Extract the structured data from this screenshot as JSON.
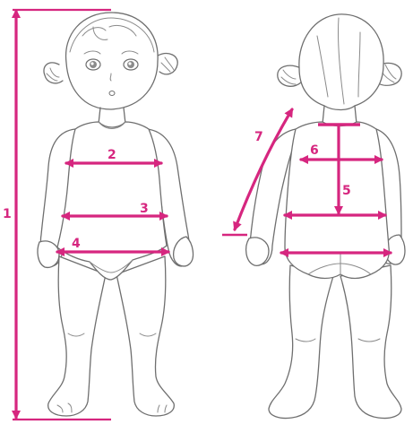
{
  "colors": {
    "measurement": "#d6267f",
    "outline": "#6f6f6f",
    "background": "#ffffff"
  },
  "measurements": [
    {
      "id": "1",
      "label": "1"
    },
    {
      "id": "2",
      "label": "2"
    },
    {
      "id": "3",
      "label": "3"
    },
    {
      "id": "4",
      "label": "4"
    },
    {
      "id": "5",
      "label": "5"
    },
    {
      "id": "6",
      "label": "6"
    },
    {
      "id": "7",
      "label": "7"
    }
  ]
}
